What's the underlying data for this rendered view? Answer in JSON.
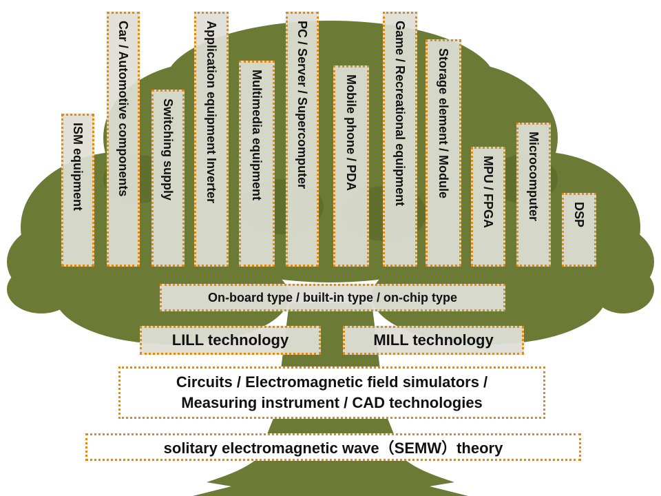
{
  "diagram": {
    "applications": [
      {
        "label": "ISM  equipment"
      },
      {
        "label": "Car / Automotive components"
      },
      {
        "label": "Switching supply"
      },
      {
        "label": "Application equipment Inverter"
      },
      {
        "label": "Multimedia equipment"
      },
      {
        "label": "PC / Server / Supercomputer"
      },
      {
        "label": "Mobile phone / PDA"
      },
      {
        "label": "Game / Recreational equipment"
      },
      {
        "label": "Storage element / Module"
      },
      {
        "label": "MPU / FPGA"
      },
      {
        "label": "Microcomputer"
      },
      {
        "label": "DSP"
      }
    ],
    "branch_types": "On-board type / built-in type / on-chip type",
    "lill": "LILL technology",
    "mill": "MILL technology",
    "tools_line1": "Circuits / Electromagnetic field simulators /",
    "tools_line2": "Measuring instrument / CAD technologies",
    "theory": "solitary electromagnetic wave（SEMW）theory",
    "colors": {
      "tree": "#6b7a34",
      "tree_dark": "#5c6b2c",
      "box_border": "#e08a16",
      "box_fill": "#dedeD6"
    }
  }
}
